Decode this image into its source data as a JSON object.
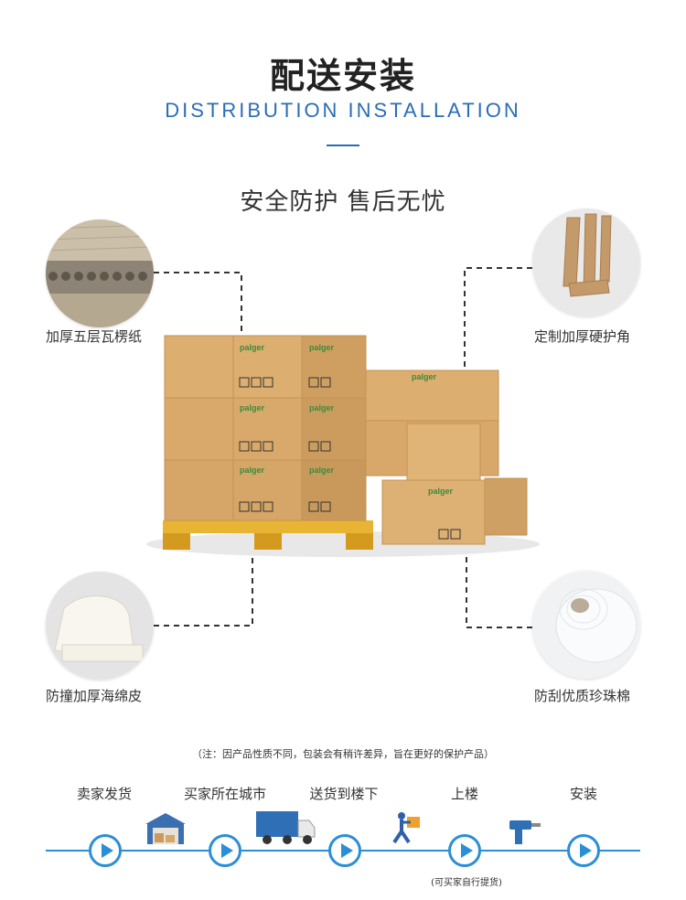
{
  "header": {
    "title": "配送安装",
    "subtitle": "DISTRIBUTION INSTALLATION",
    "tagline": "安全防护  售后无忧"
  },
  "materials": [
    {
      "label": "加厚五层瓦楞纸",
      "icon": "corrugated-paper-icon"
    },
    {
      "label": "定制加厚硬护角",
      "icon": "corner-protector-icon"
    },
    {
      "label": "防撞加厚海绵皮",
      "icon": "sponge-icon"
    },
    {
      "label": "防刮优质珍珠棉",
      "icon": "pearl-cotton-icon"
    }
  ],
  "boxes": {
    "brand": "palger"
  },
  "note": "（注：因产品性质不同，包装会有稍许差异，旨在更好的保护产品）",
  "steps": [
    {
      "label": "卖家发货",
      "icon": "warehouse-icon"
    },
    {
      "label": "买家所在城市",
      "icon": "truck-icon"
    },
    {
      "label": "送货到楼下",
      "icon": "delivery-man-icon"
    },
    {
      "label": "上楼",
      "icon": "drill-icon"
    },
    {
      "label": "安装",
      "icon": ""
    }
  ],
  "step_note": "(可买家自行提货)",
  "colors": {
    "accent": "#2a6db5",
    "timeline": "#2a8fd6",
    "cardboard": "#d9ae72"
  }
}
